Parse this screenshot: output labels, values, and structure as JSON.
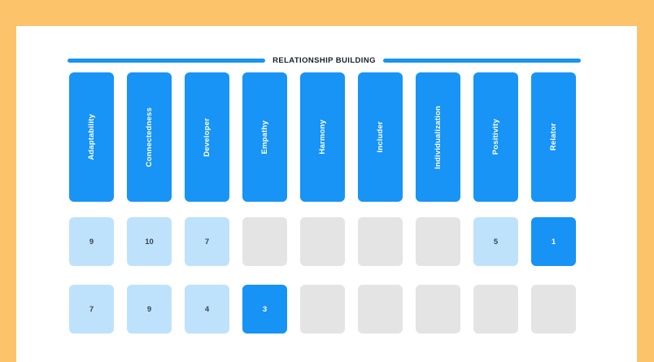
{
  "frame": {
    "accent_color": "#fdc36b",
    "card_background": "#ffffff"
  },
  "section": {
    "title": "RELATIONSHIP BUILDING",
    "rule_color": "#1794f5"
  },
  "theme": {
    "primary_blue": "#1794f5",
    "solid_cell_blue": "#1693f5",
    "light_cell_blue": "#bfe2fc",
    "empty_cell_gray": "#e4e4e4",
    "number_text_color": "#3c4450"
  },
  "chart_data": {
    "type": "heatmap",
    "title": "RELATIONSHIP BUILDING",
    "xlabel": "",
    "ylabel": "",
    "categories": [
      "Adaptability",
      "Connectedness",
      "Developer",
      "Empathy",
      "Harmony",
      "Includer",
      "Individualization",
      "Positivity",
      "Relator"
    ],
    "rows": [
      {
        "name": "row-1",
        "values": [
          9,
          10,
          7,
          null,
          null,
          null,
          null,
          5,
          1
        ],
        "states": [
          "light",
          "light",
          "light",
          "empty",
          "empty",
          "empty",
          "empty",
          "light",
          "solid"
        ]
      },
      {
        "name": "row-2",
        "values": [
          7,
          9,
          4,
          3,
          null,
          null,
          null,
          null,
          null
        ],
        "states": [
          "light",
          "light",
          "light",
          "solid",
          "empty",
          "empty",
          "empty",
          "empty",
          "empty"
        ]
      }
    ],
    "legend": []
  },
  "grid": {
    "header_cells": [
      {
        "label": "Adaptability"
      },
      {
        "label": "Connectedness"
      },
      {
        "label": "Developer"
      },
      {
        "label": "Empathy"
      },
      {
        "label": "Harmony"
      },
      {
        "label": "Includer"
      },
      {
        "label": "Individualization"
      },
      {
        "label": "Positivity"
      },
      {
        "label": "Relator"
      }
    ],
    "row_one": [
      {
        "value": "9",
        "state": "light"
      },
      {
        "value": "10",
        "state": "light"
      },
      {
        "value": "7",
        "state": "light"
      },
      {
        "value": "",
        "state": "empty"
      },
      {
        "value": "",
        "state": "empty"
      },
      {
        "value": "",
        "state": "empty"
      },
      {
        "value": "",
        "state": "empty"
      },
      {
        "value": "5",
        "state": "light"
      },
      {
        "value": "1",
        "state": "solid"
      }
    ],
    "row_two": [
      {
        "value": "7",
        "state": "light"
      },
      {
        "value": "9",
        "state": "light"
      },
      {
        "value": "4",
        "state": "light"
      },
      {
        "value": "3",
        "state": "solid"
      },
      {
        "value": "",
        "state": "empty"
      },
      {
        "value": "",
        "state": "empty"
      },
      {
        "value": "",
        "state": "empty"
      },
      {
        "value": "",
        "state": "empty"
      },
      {
        "value": "",
        "state": "empty"
      }
    ]
  }
}
